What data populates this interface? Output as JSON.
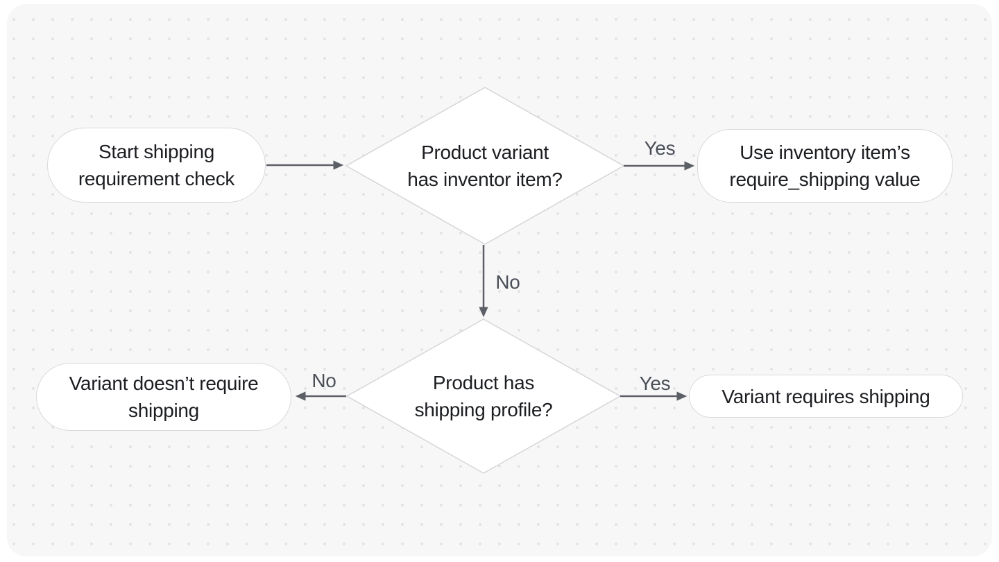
{
  "colors": {
    "page_bg": "#ffffff",
    "canvas_bg": "#f7f7f7",
    "dot": "#e4e4e6",
    "node_bg": "#ffffff",
    "node_border": "#d9d9dc",
    "diamond_border": "#d5d6d9",
    "arrow": "#5c5f66",
    "text": "#1b1d21",
    "edge_label": "#4b4f57"
  },
  "diagram": {
    "nodes": {
      "start": "Start shipping\nrequirement check",
      "decision_inventory": "Product variant\nhas inventor item?",
      "use_inventory_value": "Use inventory item’s\nrequire_shipping value",
      "decision_shipping_profile": "Product has\nshipping profile?",
      "variant_no_shipping": "Variant doesn’t require\nshipping",
      "variant_requires_shipping": "Variant requires shipping"
    },
    "edges": {
      "decision1_yes": "Yes",
      "decision1_no": "No",
      "decision2_yes": "Yes",
      "decision2_no": "No"
    }
  }
}
